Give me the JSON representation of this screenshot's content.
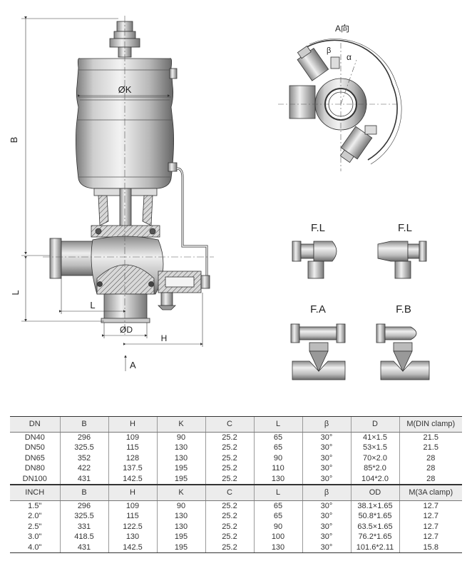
{
  "drawing_labels": {
    "b_dim": "B",
    "l_dim_left": "L",
    "l_dim_bottom": "L",
    "d_dim": "ØD",
    "h_dim": "H",
    "k_dim": "ØK",
    "a_view_arrow": "A",
    "a_view_top": "A向",
    "beta": "β",
    "alpha": "α"
  },
  "variants": {
    "fl_1": "F.L",
    "fl_2": "F.L",
    "fa": "F.A",
    "fb": "F.B"
  },
  "table_dn": {
    "headers": [
      "DN",
      "B",
      "H",
      "K",
      "C",
      "L",
      "β",
      "D",
      "M(DIN clamp)"
    ],
    "rows": [
      [
        "DN40",
        "296",
        "109",
        "90",
        "25.2",
        "65",
        "30°",
        "41×1.5",
        "21.5"
      ],
      [
        "DN50",
        "325.5",
        "115",
        "130",
        "25.2",
        "65",
        "30°",
        "53×1.5",
        "21.5"
      ],
      [
        "DN65",
        "352",
        "128",
        "130",
        "25.2",
        "90",
        "30°",
        "70×2.0",
        "28"
      ],
      [
        "DN80",
        "422",
        "137.5",
        "195",
        "25.2",
        "110",
        "30°",
        "85*2.0",
        "28"
      ],
      [
        "DN100",
        "431",
        "142.5",
        "195",
        "25.2",
        "130",
        "30°",
        "104*2.0",
        "28"
      ]
    ]
  },
  "table_inch": {
    "headers": [
      "INCH",
      "B",
      "H",
      "K",
      "C",
      "L",
      "β",
      "OD",
      "M(3A clamp)"
    ],
    "rows": [
      [
        "1.5\"",
        "296",
        "109",
        "90",
        "25.2",
        "65",
        "30°",
        "38.1×1.65",
        "12.7"
      ],
      [
        "2.0\"",
        "325.5",
        "115",
        "130",
        "25.2",
        "65",
        "30°",
        "50.8*1.65",
        "12.7"
      ],
      [
        "2.5\"",
        "331",
        "122.5",
        "130",
        "25.2",
        "90",
        "30°",
        "63.5×1.65",
        "12.7"
      ],
      [
        "3.0\"",
        "418.5",
        "130",
        "195",
        "25.2",
        "100",
        "30°",
        "76.2*1.65",
        "12.7"
      ],
      [
        "4.0\"",
        "431",
        "142.5",
        "195",
        "25.2",
        "130",
        "30°",
        "101.6*2.11",
        "15.8"
      ]
    ]
  }
}
